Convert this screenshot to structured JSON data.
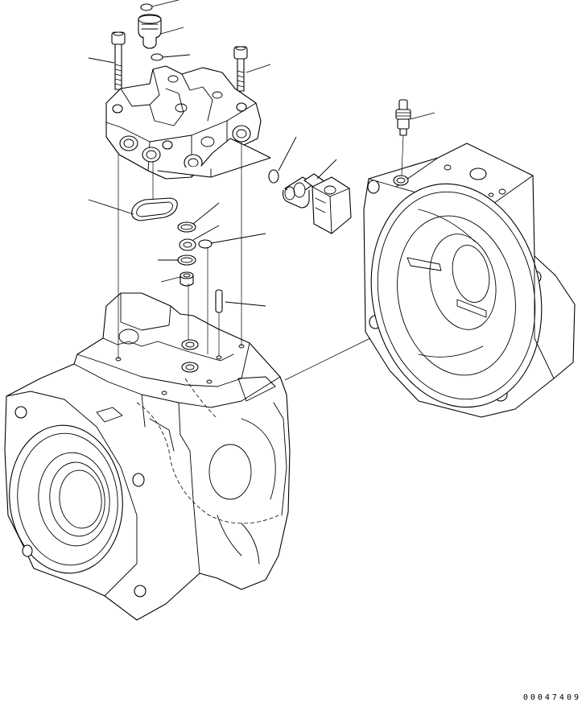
{
  "drawing": {
    "number": "00047409"
  },
  "colors": {
    "line": "#000000",
    "background": "#ffffff"
  },
  "parts": [
    {
      "name": "o-ring-top"
    },
    {
      "name": "plug"
    },
    {
      "name": "o-ring-small"
    },
    {
      "name": "socket-bolt-left"
    },
    {
      "name": "socket-bolt-right"
    },
    {
      "name": "valve-block"
    },
    {
      "name": "gasket"
    },
    {
      "name": "solenoid-valve"
    },
    {
      "name": "o-ring-solenoid"
    },
    {
      "name": "sensor-fitting"
    },
    {
      "name": "o-ring-seat-1"
    },
    {
      "name": "o-ring-seat-2"
    },
    {
      "name": "ring-seal"
    },
    {
      "name": "small-seal"
    },
    {
      "name": "bushing"
    },
    {
      "name": "dowel-pin"
    },
    {
      "name": "pump-housing"
    },
    {
      "name": "end-cover"
    }
  ]
}
